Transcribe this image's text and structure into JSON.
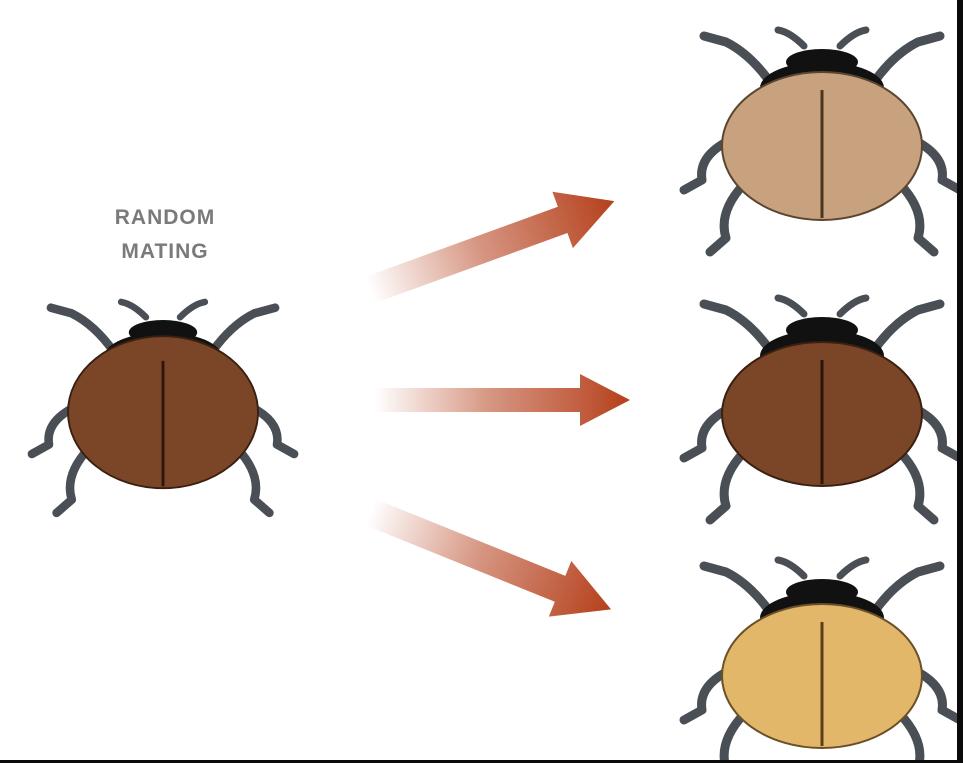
{
  "caption": {
    "line1": "RANDOM",
    "line2": "MATING"
  },
  "colors": {
    "background": "#ffffff",
    "parent_shell": "#7b4528",
    "offspring_1_shell": "#c8a27f",
    "offspring_2_shell": "#7b4528",
    "offspring_3_shell": "#e2b76a",
    "head": "#111111",
    "legs": "#4a4f55",
    "arrow": "#b5401c"
  },
  "beetles": [
    {
      "id": "parent",
      "shell_color_key": "parent_shell"
    },
    {
      "id": "offspring-light-brown",
      "shell_color_key": "offspring_1_shell"
    },
    {
      "id": "offspring-dark-brown",
      "shell_color_key": "offspring_2_shell"
    },
    {
      "id": "offspring-tan",
      "shell_color_key": "offspring_3_shell"
    }
  ],
  "arrows": [
    {
      "id": "arrow-up"
    },
    {
      "id": "arrow-middle"
    },
    {
      "id": "arrow-down"
    }
  ]
}
